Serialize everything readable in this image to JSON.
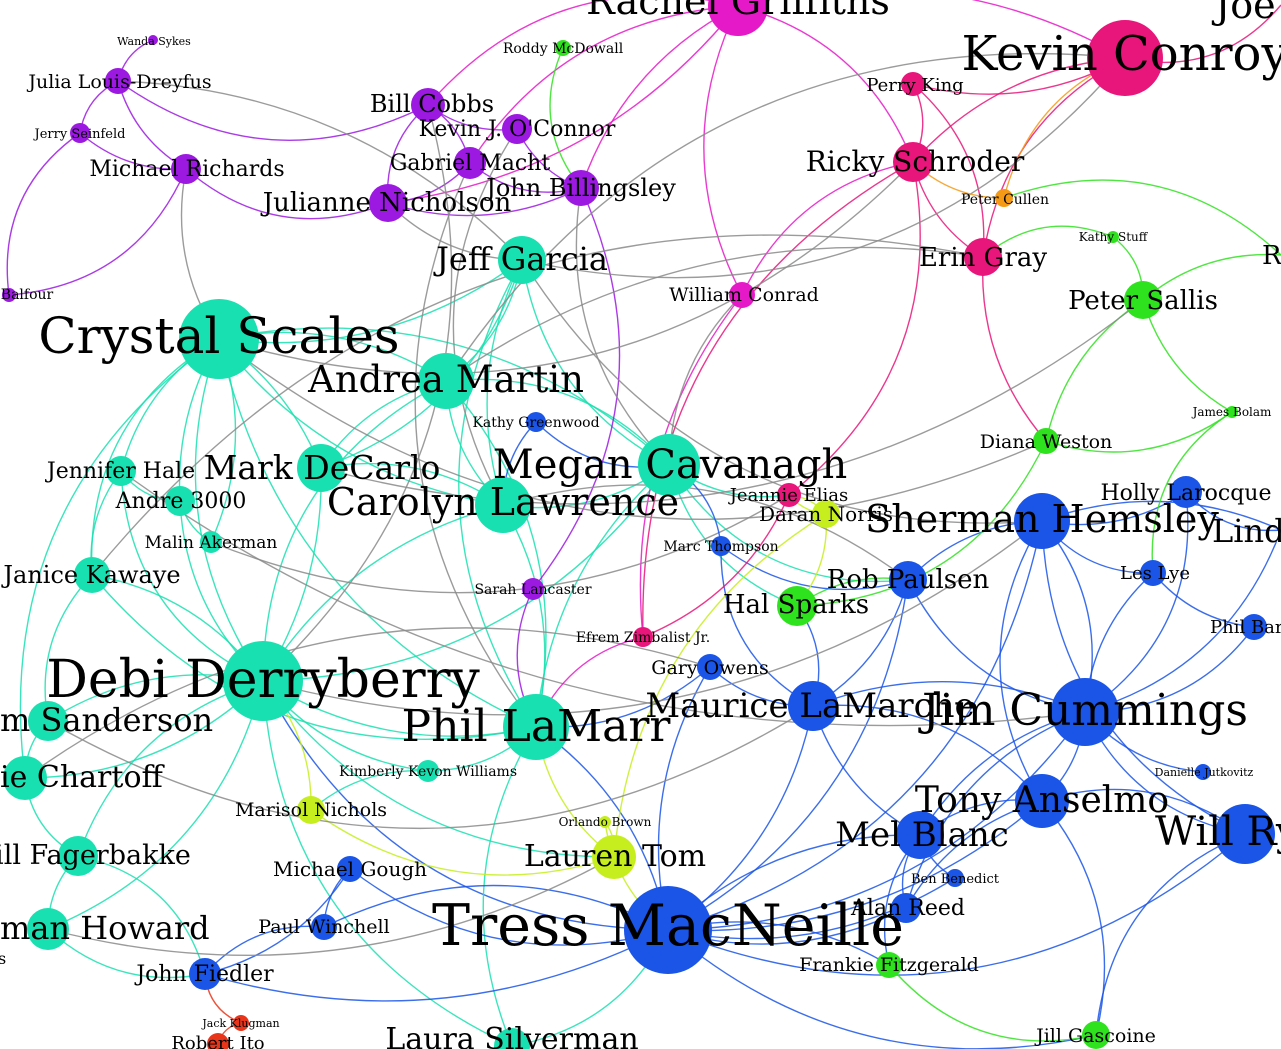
{
  "colors": {
    "purple": "#9b19e0",
    "magenta": "#e619c8",
    "pink": "#e8157a",
    "teal": "#19e0b0",
    "blue": "#1a55e8",
    "green": "#2fe21e",
    "lime": "#c6ee1e",
    "orange": "#f49a16",
    "red": "#e8351a",
    "edge_gray": "#8a8a8a"
  },
  "nodes": [
    {
      "id": "rachel",
      "label": "Rachel Griffiths",
      "group": "magenta"
    },
    {
      "id": "kconroy",
      "label": "Kevin Conroy",
      "group": "pink"
    },
    {
      "id": "joe",
      "label": "Joe",
      "group": "pink"
    },
    {
      "id": "wanda",
      "label": "Wanda Sykes",
      "group": "purple"
    },
    {
      "id": "roddy",
      "label": "Roddy McDowall",
      "group": "green"
    },
    {
      "id": "julia",
      "label": "Julia Louis-Dreyfus",
      "group": "purple"
    },
    {
      "id": "cobbs",
      "label": "Bill Cobbs",
      "group": "purple"
    },
    {
      "id": "kevinoc",
      "label": "Kevin J. O'Connor",
      "group": "purple"
    },
    {
      "id": "perry",
      "label": "Perry King",
      "group": "pink"
    },
    {
      "id": "seinfeld",
      "label": "Jerry Seinfeld",
      "group": "purple"
    },
    {
      "id": "macht",
      "label": "Gabriel Macht",
      "group": "purple"
    },
    {
      "id": "schroder",
      "label": "Ricky Schroder",
      "group": "pink"
    },
    {
      "id": "richards",
      "label": "Michael Richards",
      "group": "purple"
    },
    {
      "id": "billingsley",
      "label": "John Billingsley",
      "group": "purple"
    },
    {
      "id": "cullen",
      "label": "Peter Cullen",
      "group": "orange"
    },
    {
      "id": "nicholson",
      "label": "Julianne Nicholson",
      "group": "purple"
    },
    {
      "id": "stuff",
      "label": "Kathy Stuff",
      "group": "green"
    },
    {
      "id": "garcia",
      "label": "Jeff Garcia",
      "group": "teal"
    },
    {
      "id": "gray",
      "label": "Erin Gray",
      "group": "pink"
    },
    {
      "id": "rr",
      "label": "R",
      "group": "green"
    },
    {
      "id": "balfour",
      "label": "Balfour",
      "group": "purple"
    },
    {
      "id": "conrad",
      "label": "William Conrad",
      "group": "magenta"
    },
    {
      "id": "sallis",
      "label": "Peter Sallis",
      "group": "green"
    },
    {
      "id": "scales",
      "label": "Crystal Scales",
      "group": "teal"
    },
    {
      "id": "martin",
      "label": "Andrea Martin",
      "group": "teal"
    },
    {
      "id": "bolam",
      "label": "James Bolam",
      "group": "green"
    },
    {
      "id": "greenwood",
      "label": "Kathy Greenwood",
      "group": "blue"
    },
    {
      "id": "weston",
      "label": "Diana Weston",
      "group": "green"
    },
    {
      "id": "hale",
      "label": "Jennifer Hale",
      "group": "teal"
    },
    {
      "id": "decarlo",
      "label": "Mark DeCarlo",
      "group": "teal"
    },
    {
      "id": "cavanagh",
      "label": "Megan Cavanagh",
      "group": "teal"
    },
    {
      "id": "elias",
      "label": "Jeannie Elias",
      "group": "pink"
    },
    {
      "id": "larocque",
      "label": "Holly Larocque",
      "group": "blue"
    },
    {
      "id": "andre",
      "label": "Andre 3000",
      "group": "teal"
    },
    {
      "id": "lawrence",
      "label": "Carolyn Lawrence",
      "group": "teal"
    },
    {
      "id": "norris",
      "label": "Daran Norris",
      "group": "lime"
    },
    {
      "id": "hemsley",
      "label": "Sherman Hemsley",
      "group": "blue"
    },
    {
      "id": "lind",
      "label": "Lind",
      "group": "blue"
    },
    {
      "id": "akerman",
      "label": "Malin Akerman",
      "group": "teal"
    },
    {
      "id": "thompson",
      "label": "Marc Thompson",
      "group": "blue"
    },
    {
      "id": "kawaye",
      "label": "Janice Kawaye",
      "group": "teal"
    },
    {
      "id": "lye",
      "label": "Les Lye",
      "group": "blue"
    },
    {
      "id": "lancaster",
      "label": "Sarah Lancaster",
      "group": "purple"
    },
    {
      "id": "paulsen",
      "label": "Rob Paulsen",
      "group": "blue"
    },
    {
      "id": "sparks",
      "label": "Hal Sparks",
      "group": "green"
    },
    {
      "id": "bare",
      "label": "Phil Bare",
      "group": "blue"
    },
    {
      "id": "zimbalist",
      "label": "Efrem Zimbalist Jr.",
      "group": "pink"
    },
    {
      "id": "owens",
      "label": "Gary Owens",
      "group": "blue"
    },
    {
      "id": "derryberry",
      "label": "Debi Derryberry",
      "group": "teal"
    },
    {
      "id": "lamarche",
      "label": "Maurice LaMarche",
      "group": "blue"
    },
    {
      "id": "cummings",
      "label": "Jim Cummings",
      "group": "blue"
    },
    {
      "id": "sanderson",
      "label": "m Sanderson",
      "group": "teal"
    },
    {
      "id": "lamarr",
      "label": "Phil LaMarr",
      "group": "teal"
    },
    {
      "id": "kwilliams",
      "label": "Kimberly Kevon Williams",
      "group": "teal"
    },
    {
      "id": "jutkovitz",
      "label": "Danielle Jutkovitz",
      "group": "blue"
    },
    {
      "id": "chartoff",
      "label": "ie Chartoff",
      "group": "teal"
    },
    {
      "id": "anselmo",
      "label": "Tony Anselmo",
      "group": "blue"
    },
    {
      "id": "wry",
      "label": "Will Ry",
      "group": "blue"
    },
    {
      "id": "nichols",
      "label": "Marisol Nichols",
      "group": "lime"
    },
    {
      "id": "obrown",
      "label": "Orlando Brown",
      "group": "lime"
    },
    {
      "id": "blanc",
      "label": "Mel Blanc",
      "group": "blue"
    },
    {
      "id": "fagerbakke",
      "label": "Bill Fagerbakke",
      "group": "teal"
    },
    {
      "id": "tom",
      "label": "Lauren Tom",
      "group": "lime"
    },
    {
      "id": "gough",
      "label": "Michael Gough",
      "group": "blue"
    },
    {
      "id": "benedict",
      "label": "Ben Benedict",
      "group": "blue"
    },
    {
      "id": "reed",
      "label": "Alan Reed",
      "group": "blue"
    },
    {
      "id": "howard",
      "label": "man Howard",
      "group": "teal"
    },
    {
      "id": "macneille",
      "label": "Tress MacNeille",
      "group": "blue"
    },
    {
      "id": "winchell",
      "label": "Paul Winchell",
      "group": "blue"
    },
    {
      "id": "fitzgerald",
      "label": "Frankie Fitzgerald",
      "group": "green"
    },
    {
      "id": "fiedler",
      "label": "John Fiedler",
      "group": "blue"
    },
    {
      "id": "klugman",
      "label": "Jack Klugman",
      "group": "red"
    },
    {
      "id": "robert",
      "label": "Robert Ito",
      "group": "red"
    },
    {
      "id": "silverman",
      "label": "Laura Silverman",
      "group": "teal"
    },
    {
      "id": "gascoine",
      "label": "Jill Gascoine",
      "group": "green"
    },
    {
      "id": "s_frag",
      "label": "s",
      "group": "teal"
    }
  ]
}
